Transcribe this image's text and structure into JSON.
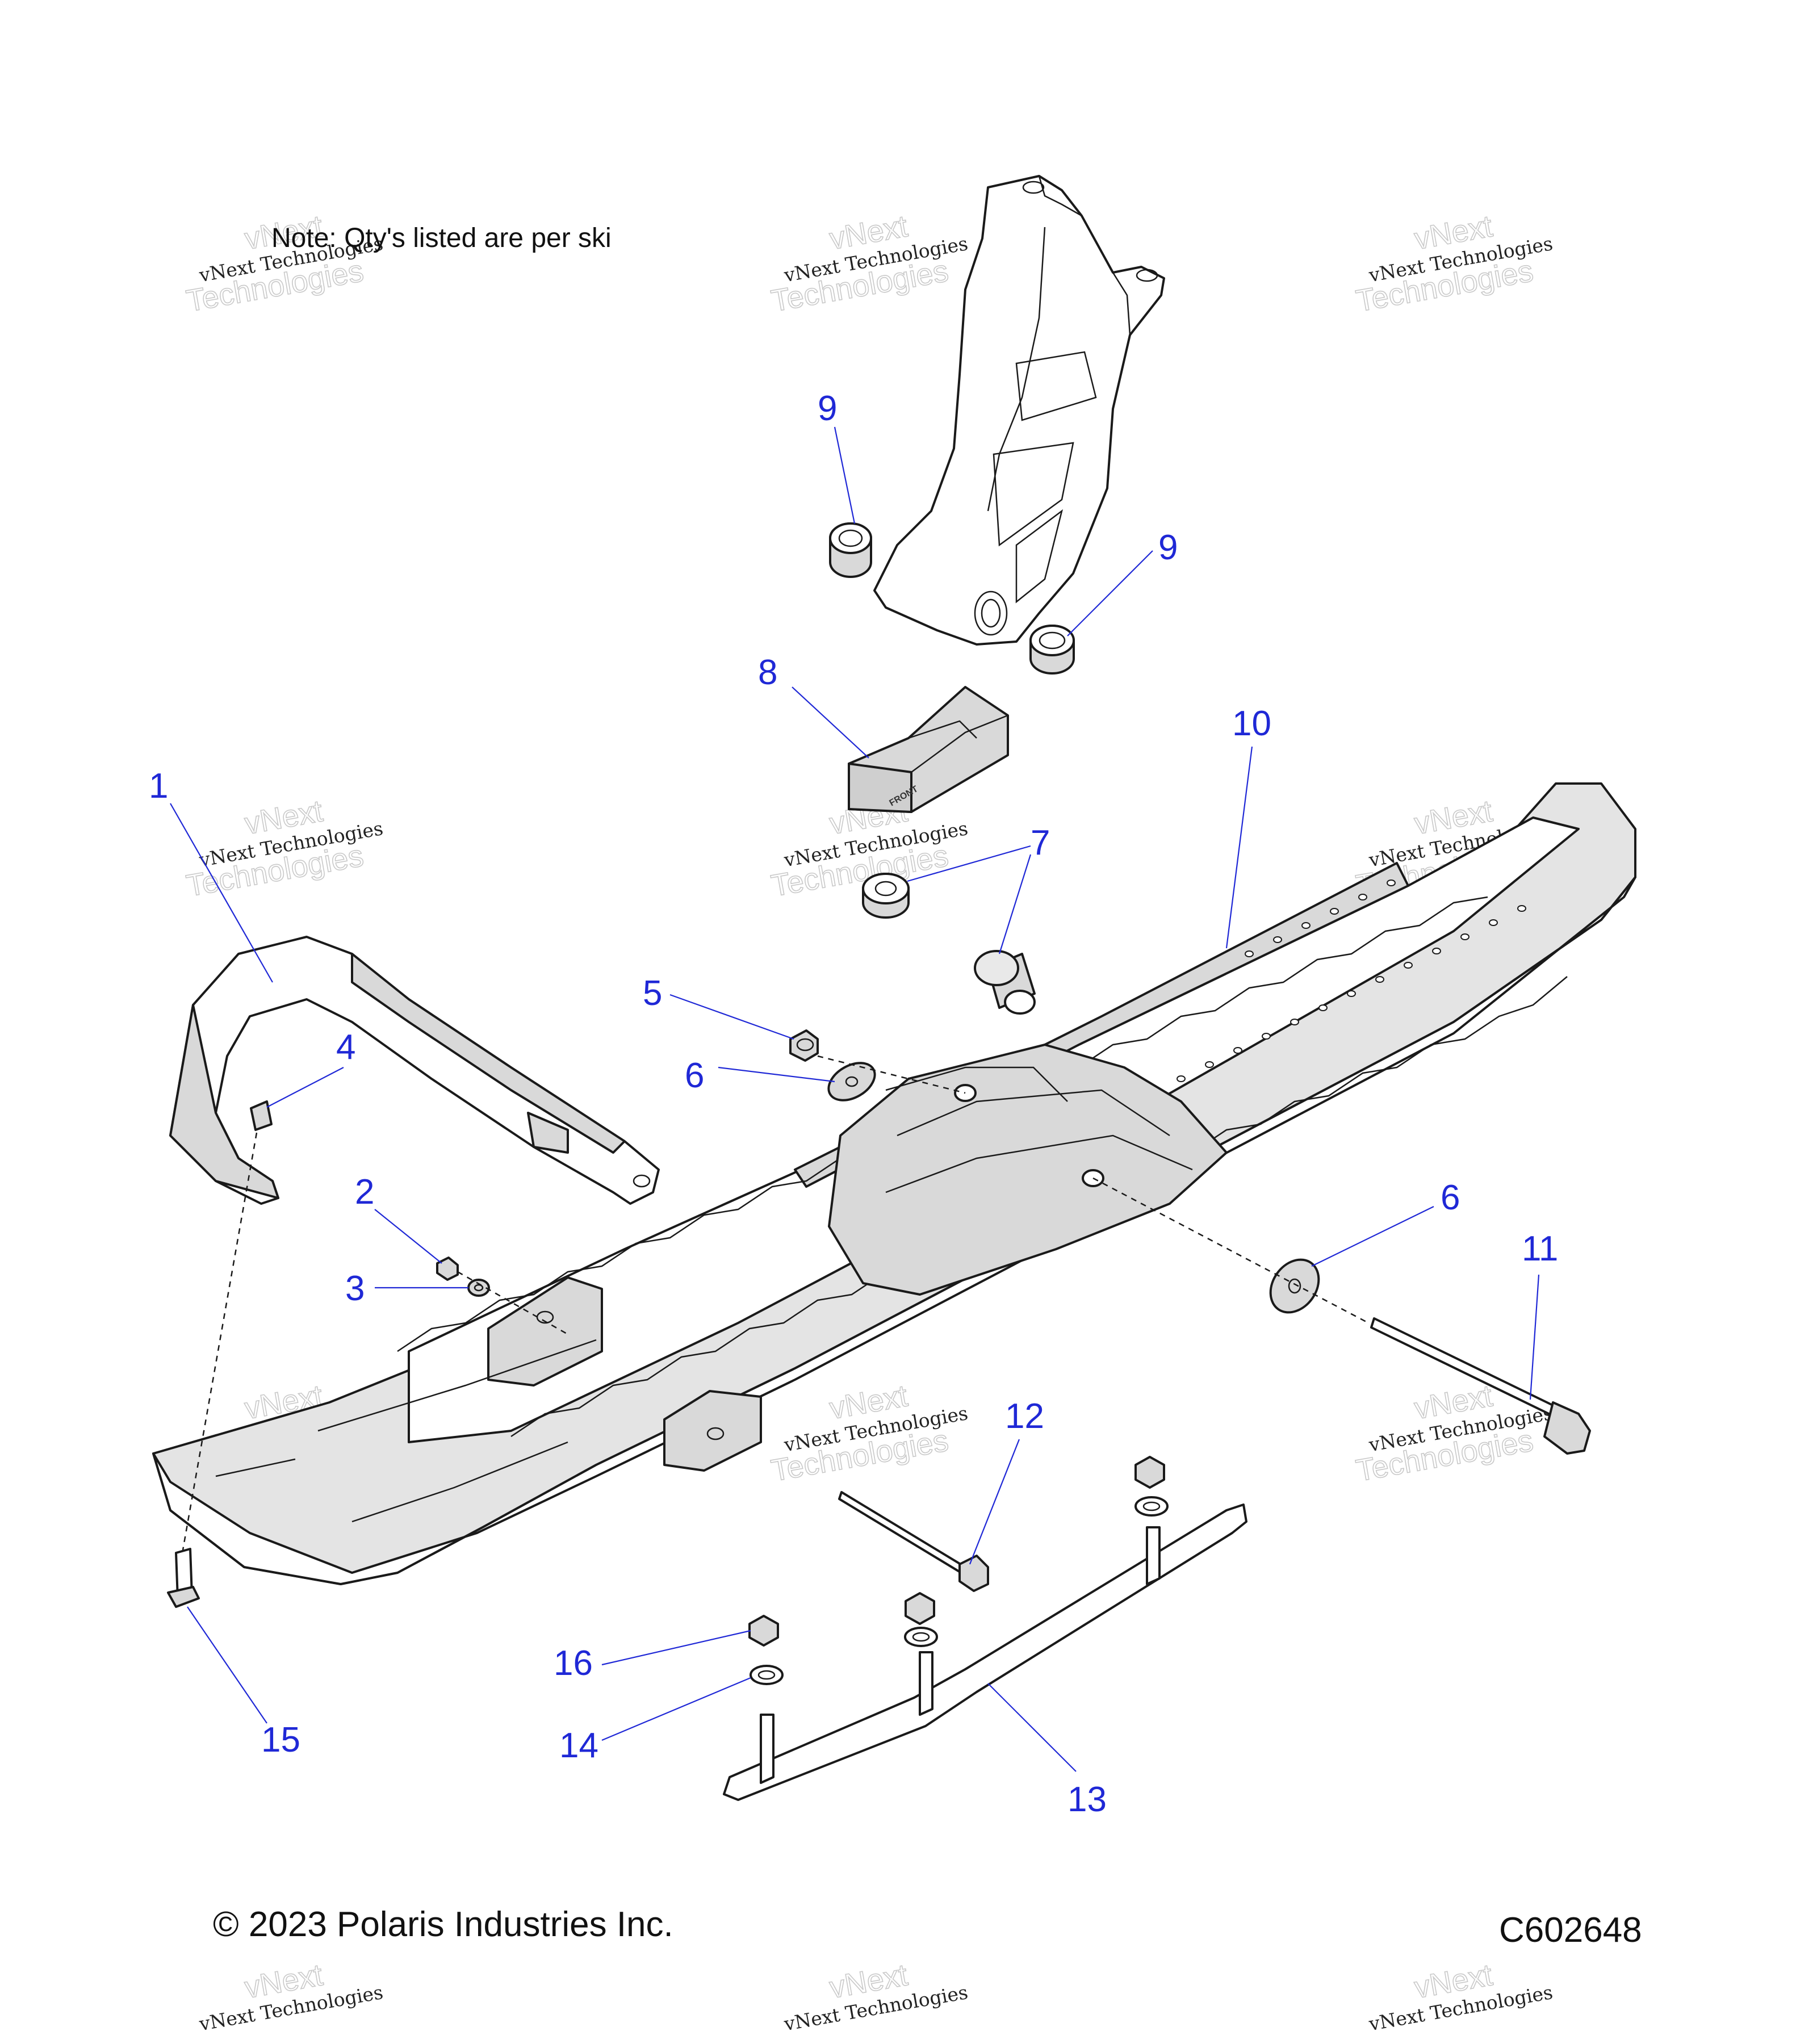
{
  "note": "Note: Qty's listed are per ski",
  "copyright": "© 2023 Polaris Industries Inc.",
  "diagram_code": "C602648",
  "watermark": {
    "line1": "vNext Technologies",
    "line2": "vNext",
    "line3": "Technologies"
  },
  "callouts": {
    "c1": "1",
    "c2": "2",
    "c3": "3",
    "c4": "4",
    "c5": "5",
    "c6a": "6",
    "c6b": "6",
    "c7": "7",
    "c8": "8",
    "c9a": "9",
    "c9b": "9",
    "c10": "10",
    "c11": "11",
    "c12": "12",
    "c13": "13",
    "c14": "14",
    "c15": "15",
    "c16": "16"
  },
  "colors": {
    "callout": "#1f28d6",
    "part_fill": "#d9d9d9",
    "line": "#1a1a1a"
  }
}
